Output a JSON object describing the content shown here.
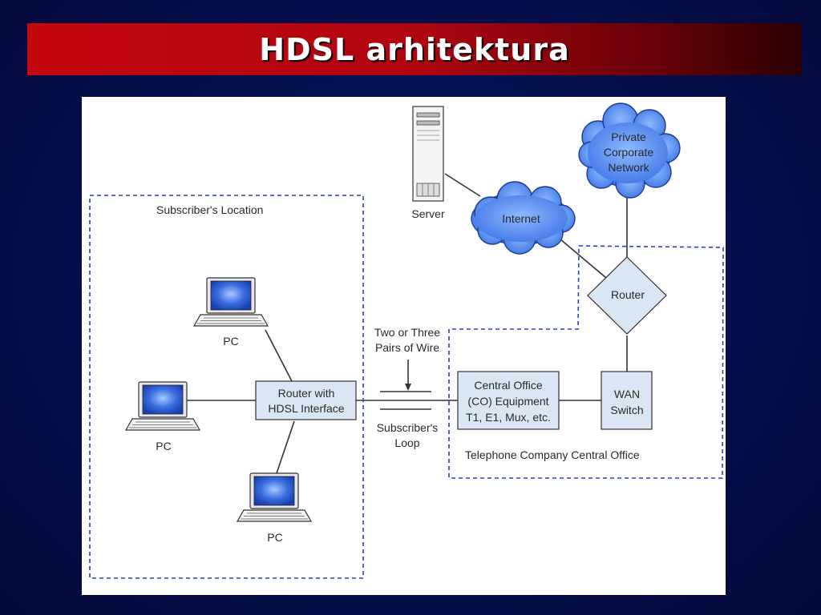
{
  "title": "HDSL arhitektura",
  "colors": {
    "title_bar": "#c4060e",
    "background": "#050e4a",
    "box_fill": "#dbe6f4",
    "dashed_border": "#2a3fc8",
    "cloud_fill": "#4a86e8"
  },
  "diagram": {
    "subscriber_location": "Subscriber's Location",
    "pc_label": "PC",
    "router_hdsl": [
      "Router with",
      "HDSL Interface"
    ],
    "wire_label": [
      "Two or Three",
      "Pairs of Wire"
    ],
    "loop_label": [
      "Subscriber's",
      "Loop"
    ],
    "co_equipment": [
      "Central Office",
      "(CO) Equipment",
      "T1, E1, Mux, etc."
    ],
    "wan_switch": [
      "WAN",
      "Switch"
    ],
    "router": "Router",
    "telco_office": "Telephone Company Central Office",
    "server": "Server",
    "internet": "Internet",
    "private_network": [
      "Private",
      "Corporate",
      "Network"
    ]
  }
}
